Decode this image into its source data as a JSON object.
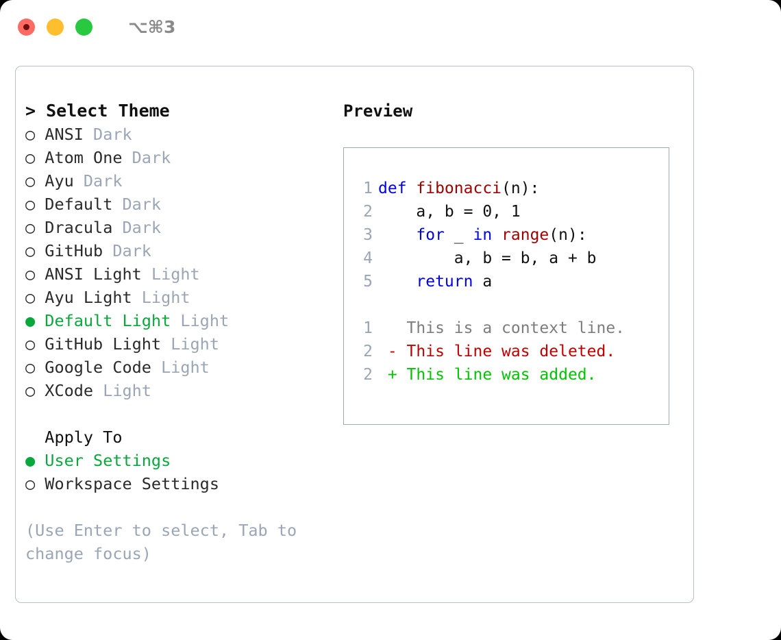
{
  "titlebar": {
    "shortcut": "⌥⌘3",
    "lights": [
      {
        "name": "close-button",
        "color": "#ff6b63"
      },
      {
        "name": "minimize-button",
        "color": "#ffbe2e"
      },
      {
        "name": "maximize-button",
        "color": "#28c840"
      }
    ]
  },
  "colors": {
    "selected_green": "#0aa83c",
    "muted_grey": "#9aa5b5",
    "keyword_blue": "#0000e6",
    "function_red": "#a00000",
    "diff_add_green": "#00c400",
    "diff_del_red": "#c00000",
    "panel_border": "#b6bfcb",
    "preview_border": "#9aa8b8"
  },
  "theme_list": {
    "header": "> Select Theme",
    "items": [
      {
        "marker": "○",
        "name": "ANSI",
        "tag": "Dark",
        "selected": false
      },
      {
        "marker": "○",
        "name": "Atom One",
        "tag": "Dark",
        "selected": false
      },
      {
        "marker": "○",
        "name": "Ayu",
        "tag": "Dark",
        "selected": false
      },
      {
        "marker": "○",
        "name": "Default",
        "tag": "Dark",
        "selected": false
      },
      {
        "marker": "○",
        "name": "Dracula",
        "tag": "Dark",
        "selected": false
      },
      {
        "marker": "○",
        "name": "GitHub",
        "tag": "Dark",
        "selected": false
      },
      {
        "marker": "○",
        "name": "ANSI Light",
        "tag": "Light",
        "selected": false
      },
      {
        "marker": "○",
        "name": "Ayu Light",
        "tag": "Light",
        "selected": false
      },
      {
        "marker": "●",
        "name": "Default Light",
        "tag": "Light",
        "selected": true
      },
      {
        "marker": "○",
        "name": "GitHub Light",
        "tag": "Light",
        "selected": false
      },
      {
        "marker": "○",
        "name": "Google Code",
        "tag": "Light",
        "selected": false
      },
      {
        "marker": "○",
        "name": "XCode",
        "tag": "Light",
        "selected": false
      }
    ]
  },
  "apply_to": {
    "header": "  Apply To",
    "items": [
      {
        "marker": "●",
        "name": "User Settings",
        "selected": true
      },
      {
        "marker": "○",
        "name": "Workspace Settings",
        "selected": false
      }
    ]
  },
  "hint": "(Use Enter to select, Tab to change focus)",
  "preview": {
    "title": "Preview",
    "code_lines": [
      {
        "num": "1",
        "tokens": [
          {
            "t": "def ",
            "c": "kw"
          },
          {
            "t": "fibonacci",
            "c": "fn"
          },
          {
            "t": "(n):",
            "c": "plain"
          }
        ]
      },
      {
        "num": "2",
        "tokens": [
          {
            "t": "    a, b = 0, 1",
            "c": "plain"
          }
        ]
      },
      {
        "num": "3",
        "tokens": [
          {
            "t": "    ",
            "c": "plain"
          },
          {
            "t": "for",
            "c": "kw"
          },
          {
            "t": " _ ",
            "c": "plain"
          },
          {
            "t": "in",
            "c": "kw"
          },
          {
            "t": " ",
            "c": "plain"
          },
          {
            "t": "range",
            "c": "fn"
          },
          {
            "t": "(n):",
            "c": "plain"
          }
        ]
      },
      {
        "num": "4",
        "tokens": [
          {
            "t": "        a, b = b, a + b",
            "c": "plain"
          }
        ]
      },
      {
        "num": "5",
        "tokens": [
          {
            "t": "    ",
            "c": "plain"
          },
          {
            "t": "return",
            "c": "kw"
          },
          {
            "t": " a",
            "c": "plain"
          }
        ]
      }
    ],
    "diff_lines": [
      {
        "num": "1",
        "text": "   This is a context line.",
        "kind": "diff-ctx"
      },
      {
        "num": "2",
        "text": " - This line was deleted.",
        "kind": "diff-del"
      },
      {
        "num": "2",
        "text": " + This line was added.",
        "kind": "diff-add"
      }
    ]
  }
}
